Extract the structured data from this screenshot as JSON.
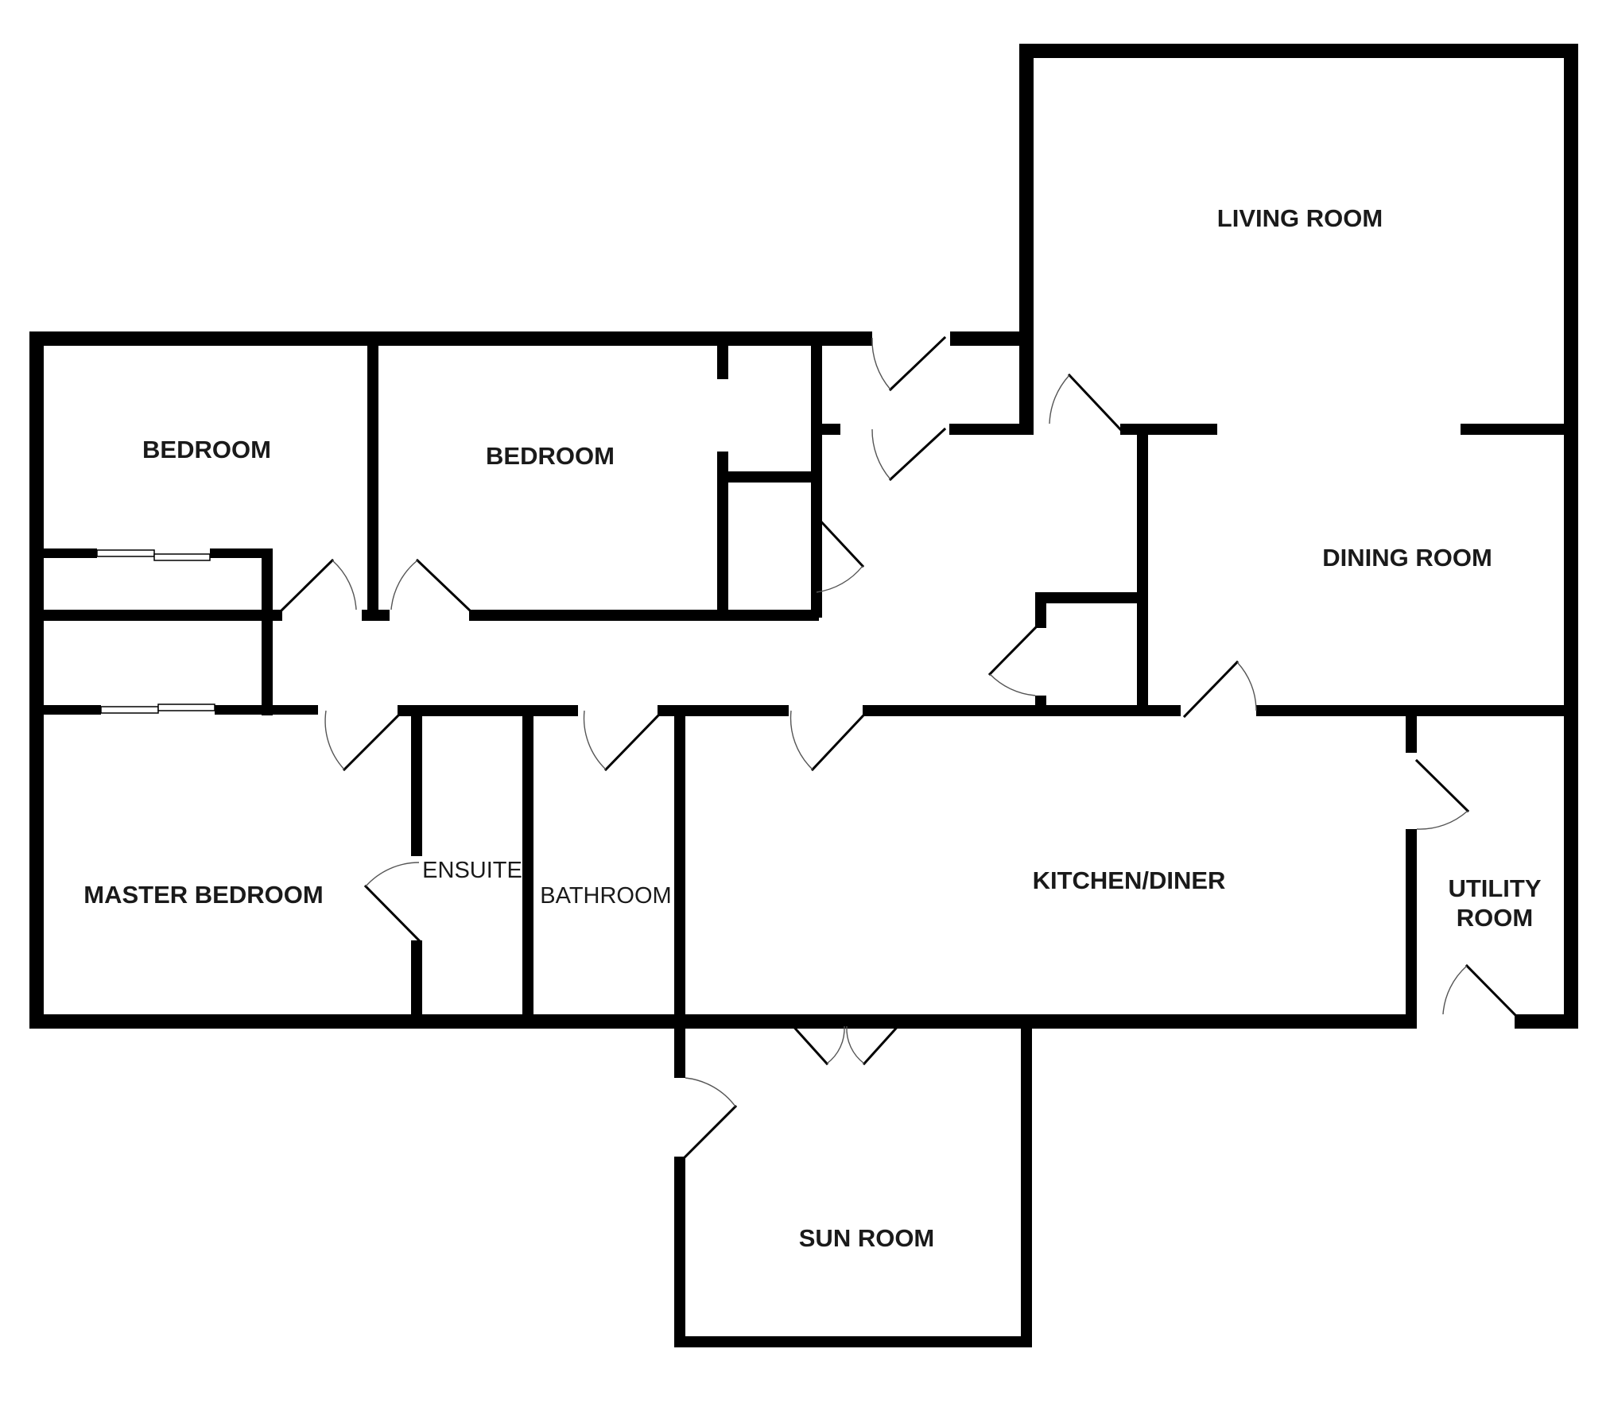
{
  "rooms": {
    "living_room": "LIVING ROOM",
    "dining_room": "DINING ROOM",
    "bedroom_1": "BEDROOM",
    "bedroom_2": "BEDROOM",
    "master_bedroom": "MASTER BEDROOM",
    "ensuite": "ENSUITE",
    "bathroom": "BATHROOM",
    "kitchen_diner": "KITCHEN/DINER",
    "utility_room_line1": "UTILITY",
    "utility_room_line2": "ROOM",
    "sun_room": "SUN ROOM"
  },
  "colors": {
    "wall": "#000000",
    "background": "#ffffff"
  }
}
